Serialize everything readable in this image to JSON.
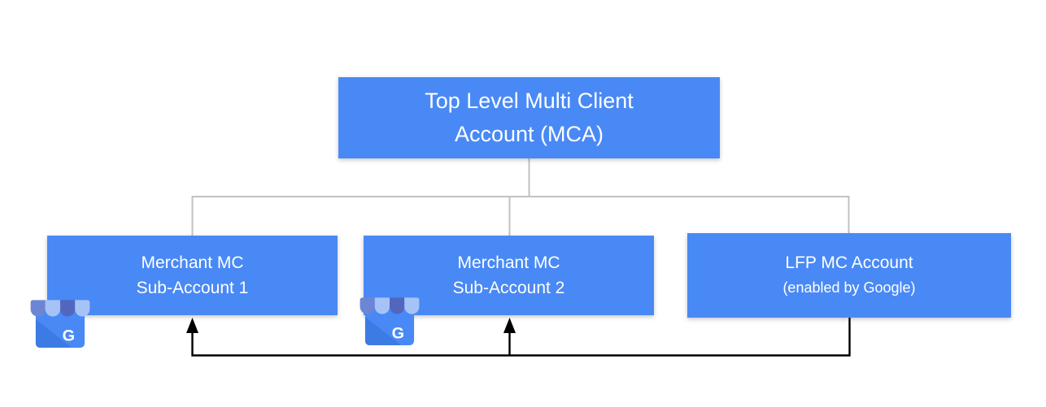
{
  "diagram": {
    "background": "#FFFFFF",
    "nodes": {
      "mca": {
        "line1": "Top Level Multi Client",
        "line2": "Account (MCA)"
      },
      "sub1": {
        "line1": "Merchant MC",
        "line2": "Sub-Account 1"
      },
      "sub2": {
        "line1": "Merchant MC",
        "line2": "Sub-Account 2"
      },
      "lfp": {
        "line1": "LFP MC Account",
        "line2": "(enabled by Google)"
      }
    },
    "edges": {
      "hierarchy": [
        {
          "from": "mca",
          "to": "sub1",
          "style": "plain-gray"
        },
        {
          "from": "mca",
          "to": "sub2",
          "style": "plain-gray"
        },
        {
          "from": "mca",
          "to": "lfp",
          "style": "plain-gray"
        }
      ],
      "data_flow": [
        {
          "from": "lfp",
          "to": "sub1",
          "style": "black-arrow-up"
        },
        {
          "from": "lfp",
          "to": "sub2",
          "style": "black-arrow-up"
        }
      ]
    },
    "icons": [
      {
        "name": "google-business-storefront-icon",
        "attached_to": "sub1",
        "letter": "G"
      },
      {
        "name": "google-business-storefront-icon",
        "attached_to": "sub2",
        "letter": "G"
      }
    ],
    "colors": {
      "node_fill": "#4989F5",
      "node_text": "#FFFFFF",
      "hierarchy_line": "#C2C2C2",
      "flow_line": "#000000",
      "icon_body": "#4989F5",
      "icon_stripe_dark": "#5366BF",
      "icon_stripe_mid": "#6D86D3",
      "icon_stripe_light": "#A6C3F8"
    }
  }
}
